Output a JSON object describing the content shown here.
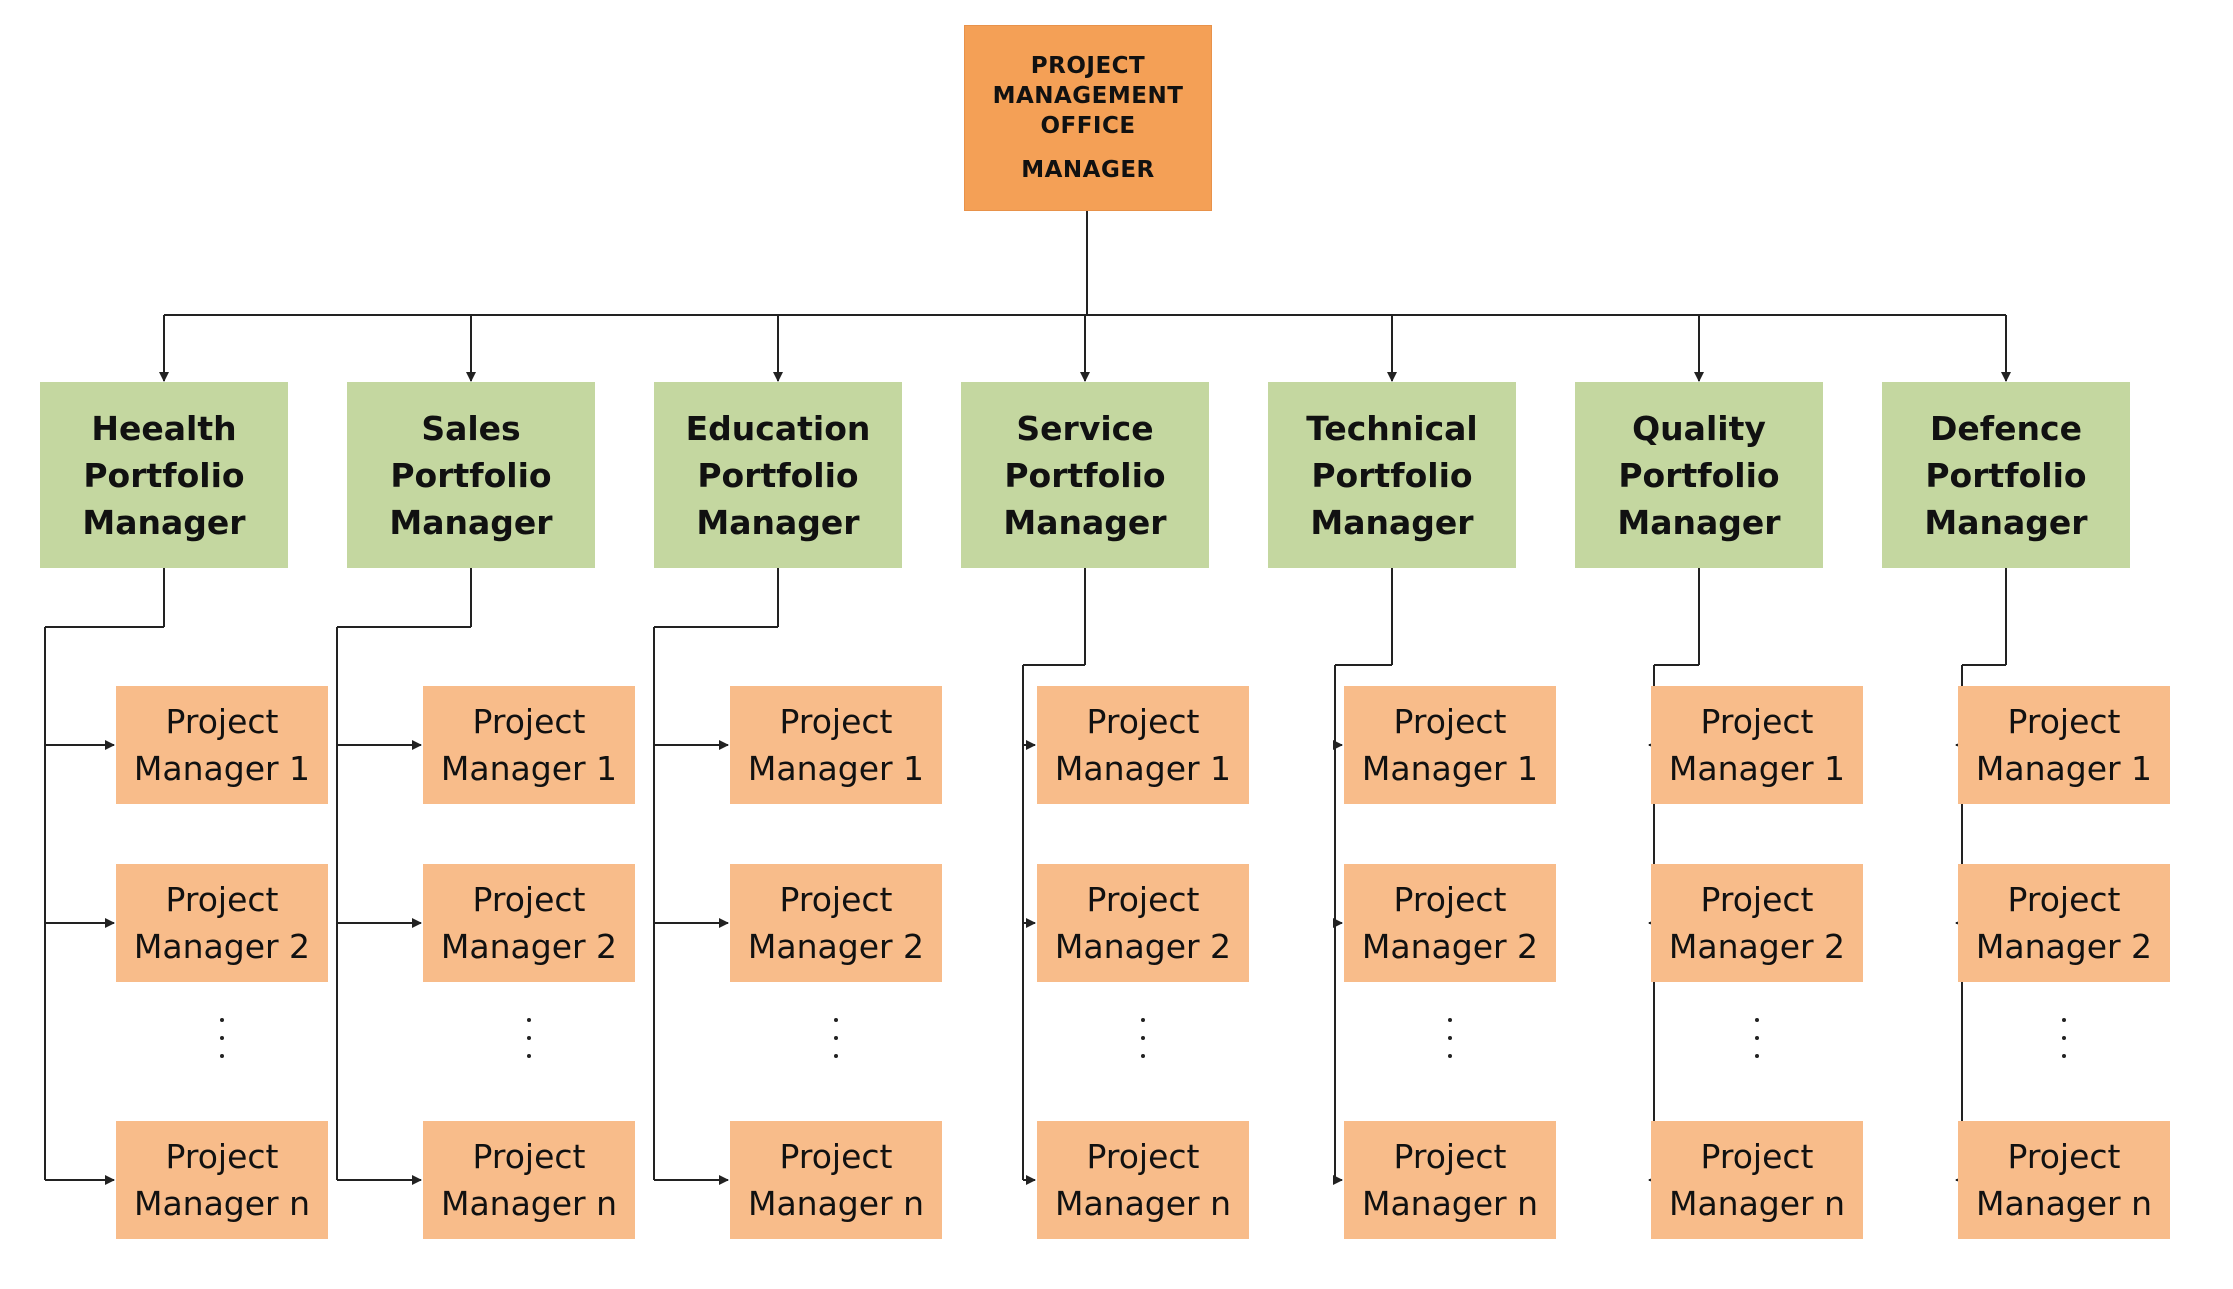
{
  "root": {
    "lines": [
      "PROJECT",
      "MANAGEMENT",
      "OFFICE"
    ],
    "role": "MANAGER"
  },
  "portfolios": [
    {
      "lines": [
        "Heealth",
        "Portfolio",
        "Manager"
      ]
    },
    {
      "lines": [
        "Sales",
        "Portfolio",
        "Manager"
      ]
    },
    {
      "lines": [
        "Education",
        "Portfolio",
        "Manager"
      ]
    },
    {
      "lines": [
        "Service",
        "Portfolio",
        "Manager"
      ]
    },
    {
      "lines": [
        "Technical",
        "Portfolio",
        "Manager"
      ]
    },
    {
      "lines": [
        "Quality",
        "Portfolio",
        "Manager"
      ]
    },
    {
      "lines": [
        "Defence",
        "Portfolio",
        "Manager"
      ]
    }
  ],
  "project_managers": [
    {
      "lines": [
        "Project",
        "Manager 1"
      ]
    },
    {
      "lines": [
        "Project",
        "Manager 2"
      ]
    },
    {
      "lines": [
        "Project",
        "Manager n"
      ]
    }
  ],
  "colors": {
    "root_fill": "#f4a056",
    "portfolio_fill": "#c4d7a0",
    "project_manager_fill": "#f8bc8a",
    "connector": "#222222"
  }
}
